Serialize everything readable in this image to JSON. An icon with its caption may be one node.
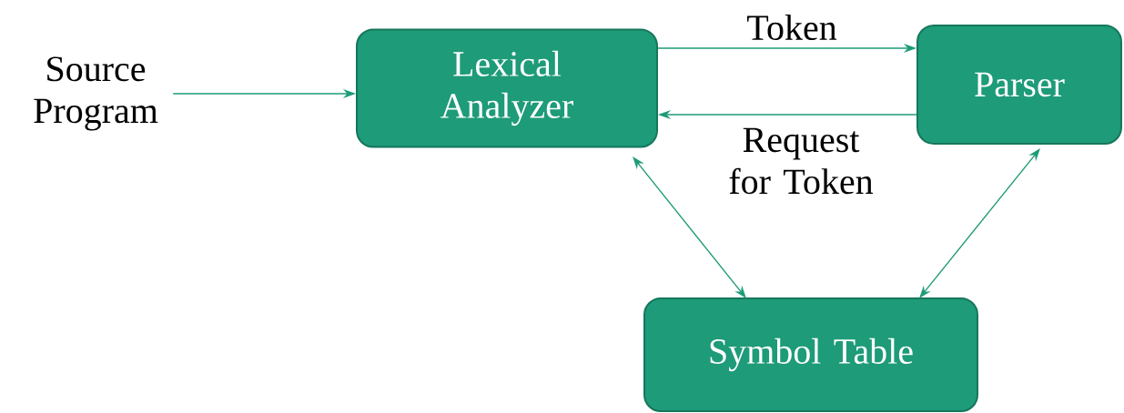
{
  "diagram": {
    "nodes": [
      {
        "text": [
          "Source Program"
        ]
      },
      {
        "text": [
          "Lexical Analyzer"
        ]
      },
      {
        "text": [
          "Parser"
        ]
      },
      {
        "text": [
          "Symbol Table"
        ]
      }
    ],
    "edges": [
      {
        "from": 0,
        "to": 1,
        "arrow": "to"
      },
      {
        "from": 1,
        "to": 2,
        "arrow": "to",
        "label": "Token"
      },
      {
        "from": 2,
        "to": 1,
        "arrow": "to",
        "label": "Request for Token"
      },
      {
        "from": 1,
        "to": 3,
        "arrow": "both"
      },
      {
        "from": 2,
        "to": 3,
        "arrow": "both"
      }
    ]
  }
}
